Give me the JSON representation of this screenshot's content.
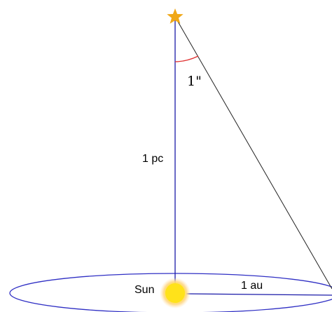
{
  "labels": {
    "distance": "1 pc",
    "angle": "1\"",
    "sun": "Sun",
    "radius": "1 au"
  },
  "icons": {
    "star": "star-icon",
    "sun": "sun-icon"
  },
  "colors": {
    "perpendicular_line": "#1a1aa8",
    "orbit": "#2f2fc4",
    "hypotenuse": "#222222",
    "radius_line": "#1a1aa8",
    "angle_arc": "#e03030",
    "star": "#f0a818",
    "sun_core": "#ffe21a",
    "sun_glow": "#ffd27a"
  }
}
